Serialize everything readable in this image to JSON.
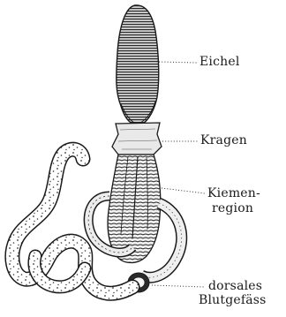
{
  "labels": {
    "proboscis": "Eichel",
    "collar": "Kragen",
    "gill_region_line1": "Kiemen-",
    "gill_region_line2": "region",
    "dorsal_vessel_line1": "dorsales",
    "dorsal_vessel_line2": "Blutgefäss"
  },
  "colors": {
    "ink": "#1a1a1a",
    "paper": "#ffffff"
  }
}
